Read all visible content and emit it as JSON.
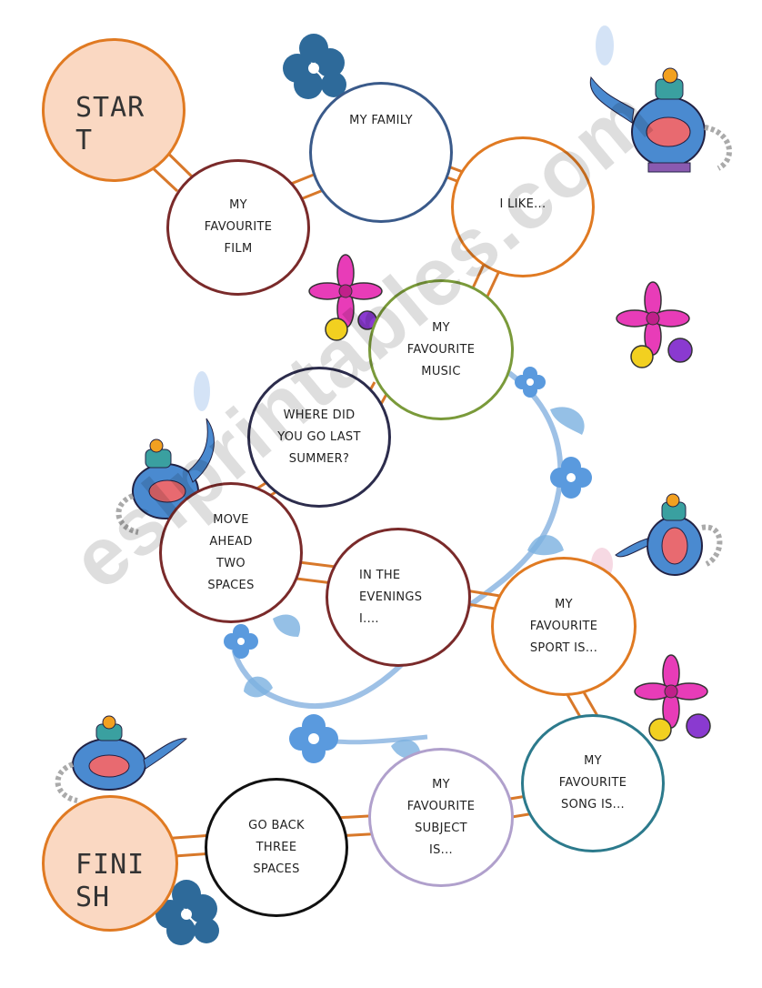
{
  "board": {
    "start": "START",
    "finish": "FINISH",
    "spaces": [
      "MY FAVOURITE FILM",
      "MY FAMILY",
      "I LIKE...",
      "MY FAVOURITE MUSIC",
      "WHERE DID YOU GO LAST SUMMER?",
      "MOVE AHEAD TWO SPACES",
      "IN THE EVENINGS I....",
      "MY FAVOURITE SPORT IS...",
      "MY FAVOURITE SONG IS...",
      "MY FAVOURITE SUBJECT IS...",
      "GO BACK THREE SPACES"
    ]
  },
  "watermark": "eslprintables.com",
  "colors": {
    "orange": "#e07a22",
    "start_fill": "#fad8c2",
    "maroon": "#7a2a2a",
    "blue": "#3a5a8a",
    "green": "#7a9a3a",
    "navy": "#2c2c4c",
    "lavender": "#b0a0cc",
    "teal": "#2c7a8c",
    "black": "#111111"
  }
}
